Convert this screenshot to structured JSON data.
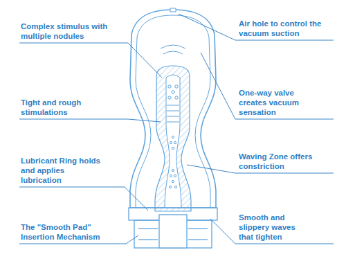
{
  "diagram": {
    "labels": [
      "Complex stimulus with multiple nodules",
      "Air hole to control the vacuum suction",
      "One-way valve creates vacuum sensation",
      "Tight and rough stimulations",
      "Waving Zone offers constriction",
      "Lubricant Ring holds and applies lubrication",
      "The \"Smooth Pad\" Insertion Mechanism",
      "Smooth and slippery waves that tighten"
    ]
  }
}
